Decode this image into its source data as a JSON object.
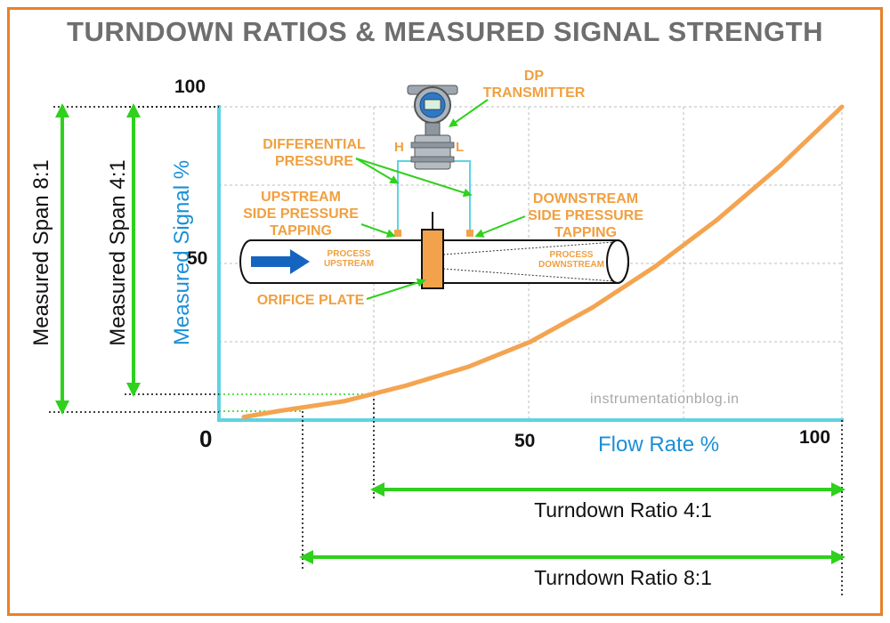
{
  "title": "TURNDOWN RATIOS & MEASURED SIGNAL STRENGTH",
  "axes": {
    "y_label": "Measured Signal %",
    "x_label": "Flow Rate %",
    "y_ticks": [
      "100",
      "50",
      "0"
    ],
    "x_ticks": [
      "50",
      "100"
    ]
  },
  "spans": {
    "span_8": "Measured Span 8:1",
    "span_4": "Measured Span 4:1"
  },
  "ratios": {
    "ratio_4": "Turndown Ratio 4:1",
    "ratio_8": "Turndown Ratio 8:1"
  },
  "annotations": {
    "dp_transmitter": "DP\nTRANSMITTER",
    "differential_pressure": "DIFFERENTIAL\nPRESSURE",
    "upstream_tapping": "UPSTREAM\nSIDE PRESSURE\nTAPPING",
    "downstream_tapping": "DOWNSTREAM\nSIDE PRESSURE\nTAPPING",
    "orifice_plate": "ORIFICE PLATE",
    "h_port": "H",
    "l_port": "L",
    "process_upstream": "PROCESS\nUPSTREAM",
    "process_downstream": "PROCESS\nDOWNSTREAM"
  },
  "watermark": "instrumentationblog.in",
  "colors": {
    "frame": "#e8802a",
    "axis": "#5fd3e3",
    "curve": "#f4a450",
    "arrows": "#2ed11c",
    "annotation_text": "#f0a040",
    "axis_label": "#1b8fd6",
    "flow_arrow": "#1565c0"
  },
  "chart_data": {
    "type": "line",
    "x": [
      4,
      10,
      20,
      30,
      40,
      50,
      60,
      70,
      80,
      90,
      100
    ],
    "y": [
      1,
      3,
      6,
      11,
      17,
      25,
      36,
      49,
      64,
      81,
      100
    ],
    "xlim": [
      0,
      100
    ],
    "ylim": [
      0,
      100
    ],
    "xlabel": "Flow Rate %",
    "ylabel": "Measured Signal %",
    "grid": true
  }
}
